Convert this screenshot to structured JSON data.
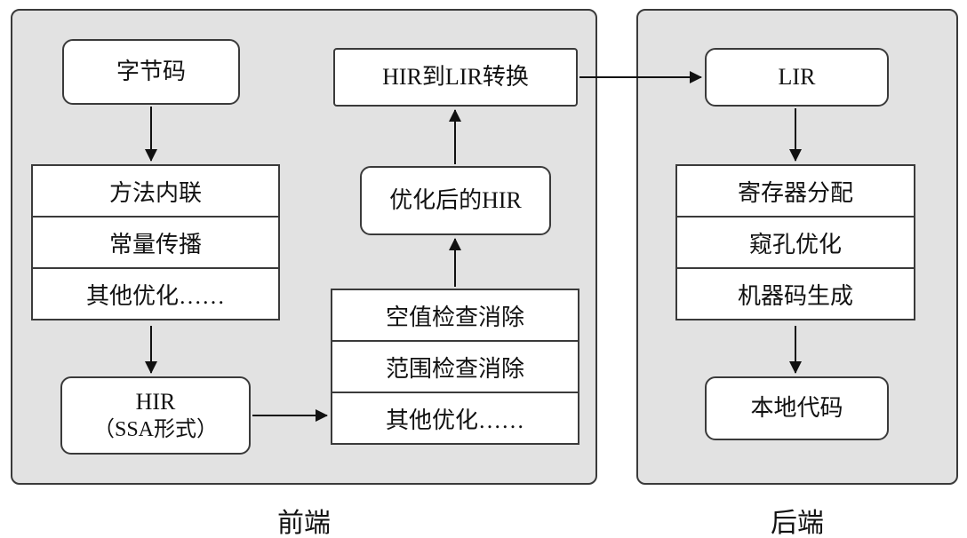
{
  "colors": {
    "container_bg": "#e2e2e2",
    "box_bg": "#ffffff",
    "border": "#3a3a3a",
    "arrow": "#111111",
    "text": "#111111"
  },
  "frontend": {
    "caption": "前端",
    "bytecode": "字节码",
    "inline_stack": [
      "方法内联",
      "常量传播",
      "其他优化……"
    ],
    "hir_title": "HIR",
    "hir_sub": "（SSA形式）",
    "check_stack": [
      "空值检查消除",
      "范围检查消除",
      "其他优化……"
    ],
    "optimized_hir": "优化后的HIR",
    "hir_to_lir": "HIR到LIR转换"
  },
  "backend": {
    "caption": "后端",
    "lir": "LIR",
    "codegen_stack": [
      "寄存器分配",
      "窥孔优化",
      "机器码生成"
    ],
    "native_code": "本地代码"
  }
}
